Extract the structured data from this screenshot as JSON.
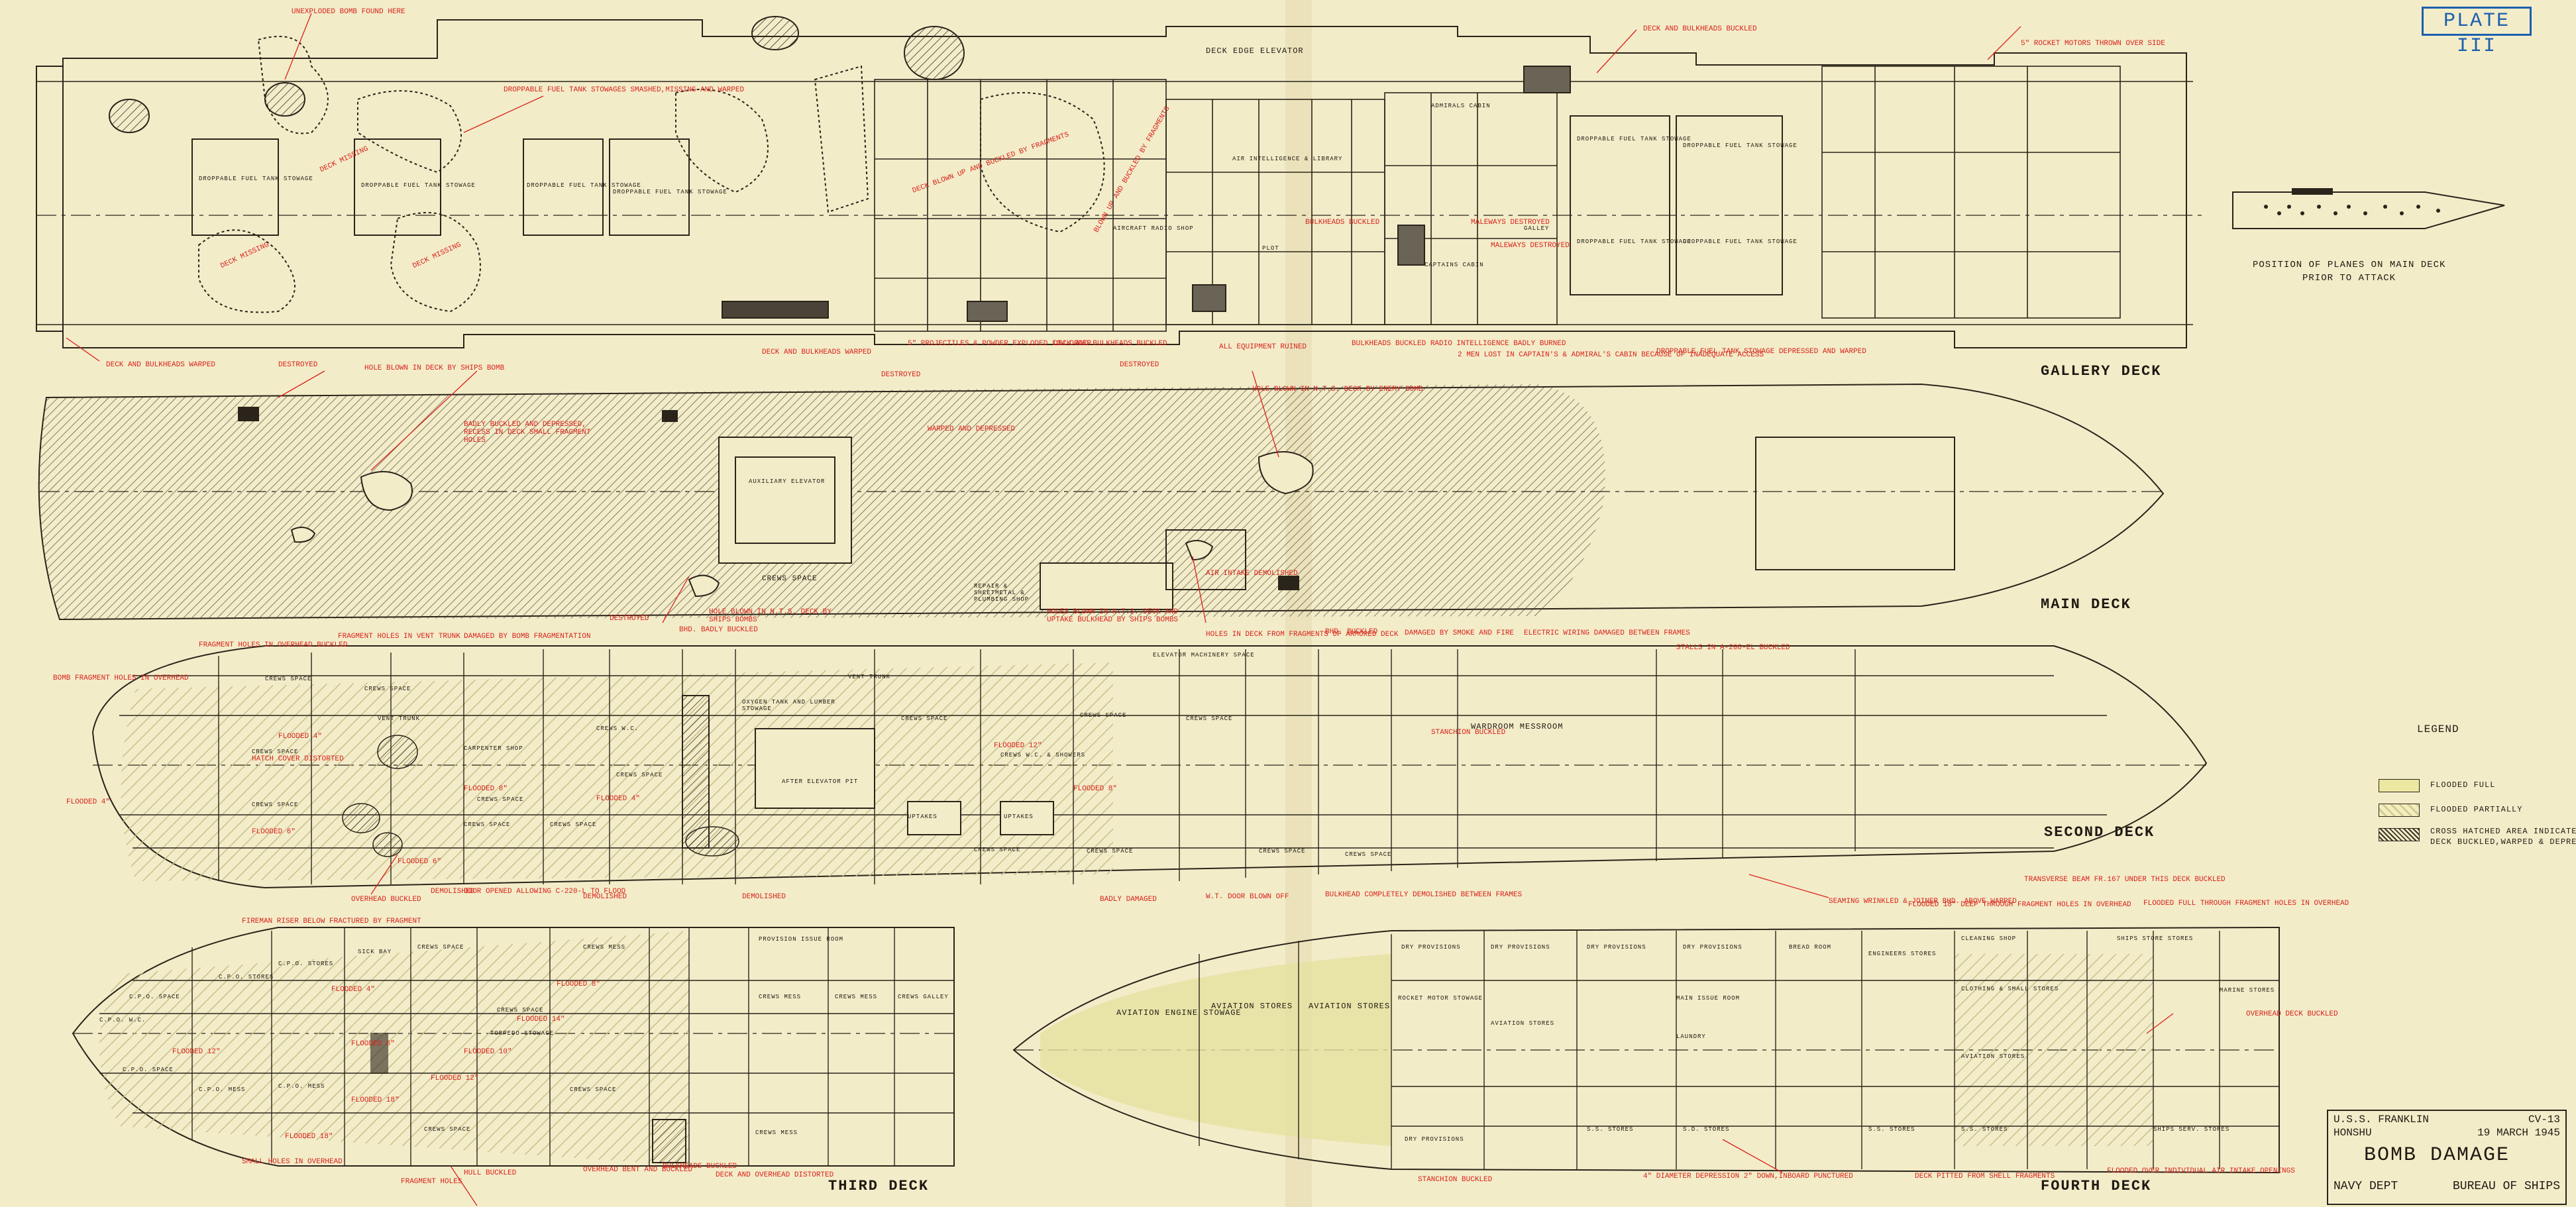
{
  "plate": "PLATE III",
  "decks": {
    "gallery": "GALLERY DECK",
    "main": "MAIN DECK",
    "second": "SECOND DECK",
    "third": "THIRD DECK",
    "fourth": "FOURTH DECK"
  },
  "inset": {
    "caption_line1": "POSITION OF PLANES ON MAIN DECK",
    "caption_line2": "PRIOR TO ATTACK"
  },
  "legend": {
    "title": "LEGEND",
    "items": [
      {
        "label": "FLOODED FULL",
        "color": "#ece8a2"
      },
      {
        "label": "FLOODED PARTIALLY",
        "color": "#f2eec0"
      },
      {
        "label": "CROSS HATCHED AREA INDICATES",
        "label2": "DECK BUCKLED,WARPED & DEPRESSED",
        "color": "#bdb7a0"
      }
    ]
  },
  "title_block": {
    "ship": "U.S.S. FRANKLIN",
    "hull": "CV-13",
    "location": "HONSHU",
    "date": "19 MARCH 1945",
    "title": "BOMB DAMAGE",
    "dept": "NAVY DEPT",
    "bureau": "BUREAU OF SHIPS"
  },
  "gallery_notes": [
    "UNEXPLODED BOMB FOUND HERE",
    "DROPPABLE FUEL TANK STOWAGES SMASHED,MISSING AND WARPED",
    "DECK MISSING",
    "DECK MISSING",
    "DECK MISSING",
    "DECK BLOWN UP AND BUCKLED BY FRAGMENTS",
    "BLOWN UP AND BUCKLED BY FRAGMENTS",
    "DECK AND BULKHEADS BUCKLED",
    "5\" ROCKET MOTORS THROWN OVER SIDE",
    "BULKHEADS BUCKLED",
    "MALEWAYS DESTROYED",
    "MALEWAYS DESTROYED",
    "DECK AND BULKHEADS WARPED",
    "5\" PROJECTILES & POWDER EXPLODED LOW ORDER",
    "DECK AND BULKHEADS BUCKLED",
    "ALL EQUIPMENT RUINED",
    "BULKHEADS BUCKLED RADIO INTELLIGENCE BADLY BURNED",
    "2 MEN LOST IN CAPTAIN'S & ADMIRAL'S CABIN BECAUSE OF INADEQUATE ACCESS",
    "DROPPABLE FUEL TANK STOWAGE DEPRESSED AND WARPED",
    "DECK AND BULKHEADS WARPED"
  ],
  "gallery_rooms": [
    "DROPPABLE FUEL TANK STOWAGE",
    "DROPPABLE FUEL TANK STOWAGE",
    "DROPPABLE FUEL TANK STOWAGE",
    "DROPPABLE FUEL TANK STOWAGE",
    "DECK EDGE ELEVATOR",
    "AIR INTELLIGENCE & LIBRARY",
    "AIRCRAFT RADIO SHOP",
    "PLOT",
    "ADMIRALS CABIN",
    "CAPTAINS CABIN",
    "GALLEY",
    "DROPPABLE FUEL TANK STOWAGE",
    "DROPPABLE FUEL TANK STOWAGE",
    "DROPPABLE FUEL TANK STOWAGE",
    "DROPPABLE FUEL TANK STOWAGE"
  ],
  "main_notes": [
    "DESTROYED",
    "HOLE BLOWN IN DECK BY SHIPS BOMB",
    "DESTROYED",
    "DESTROYED",
    "HOLE BLOWN IN N.T.S. DECK BY ENEMY BOMB",
    "BADLY BUCKLED AND DEPRESSED, RECESS IN DECK SMALL FRAGMENT HOLES",
    "WARPED AND DEPRESSED",
    "DESTROYED",
    "HOLE BLOWN IN N.T.S. DECK BY SHIPS BOMBS",
    "HOLES BLOWN IN N.T.S. DECK AND UPTAKE BULKHEAD BY SHIPS BOMBS",
    "AIR INTAKE DEMOLISHED"
  ],
  "main_rooms": [
    "AUXILIARY ELEVATOR",
    "CREWS SPACE",
    "REPAIR & SHEETMETAL & PLUMBING SHOP"
  ],
  "second_notes": [
    "FRAGMENT HOLES IN OVERHEAD BUCKLED",
    "FRAGMENT HOLES IN VENT TRUNK",
    "DAMAGED BY BOMB FRAGMENTATION",
    "BHD. BADLY BUCKLED",
    "HOLES IN DECK FROM FRAGMENTS OF ARMORED DECK",
    "BHD. BUCKLED",
    "DAMAGED BY SMOKE AND FIRE",
    "ELECTRIC WIRING DAMAGED BETWEEN FRAMES",
    "STALLS IN A-208-EL BUCKLED",
    "BOMB FRAGMENT HOLES IN OVERHEAD",
    "HATCH COVER DISTORTED",
    "FLOODED 4\"",
    "FLOODED 6\"",
    "FLOODED 8\"",
    "FLOODED 4\"",
    "FLOODED 12\"",
    "FLOODED 8\"",
    "FLOODED 6\"",
    "FLOODED 4\"",
    "DOOR OPENED ALLOWING C-220-L TO FLOOD",
    "OVERHEAD BUCKLED",
    "DEMOLISHED",
    "DEMOLISHED",
    "DEMOLISHED",
    "BADLY DAMAGED",
    "W.T. DOOR BLOWN OFF",
    "BULKHEAD COMPLETELY DEMOLISHED BETWEEN FRAMES",
    "STANCHION BUCKLED"
  ],
  "second_rooms": [
    "CREWS SPACE",
    "CREWS SPACE",
    "CREWS SPACE",
    "CREWS SPACE",
    "VENT TRUNK",
    "VENT TRUNK",
    "OXYGEN TANK AND LUMBER STOWAGE",
    "ELEVATOR MACHINERY SPACE",
    "CREWS SPACE",
    "CREWS SPACE",
    "CREWS SPACE",
    "CREWS SPACE",
    "CREWS W.C. & SHOWERS",
    "AFTER ELEVATOR PIT",
    "UPTAKES",
    "UPTAKES",
    "CREWS SPACE",
    "CREWS SPACE",
    "WARDROOM MESSROOM",
    "CREWS W.C.",
    "CARPENTER SHOP",
    "CREWS SPACE",
    "CREWS SPACE",
    "CREWS SPACE",
    "CREWS SPACE",
    "CREWS SPACE"
  ],
  "third_notes": [
    "FIREMAN RISER BELOW FRACTURED BY FRAGMENT",
    "FLOODED 4\"",
    "FLOODED 6\"",
    "FLOODED 12\"",
    "FLOODED 10\"",
    "FLOODED 8\"",
    "FLOODED 14\"",
    "FLOODED 12\"",
    "FLOODED 18\"",
    "FLOODED 18\"",
    "SMALL HOLES IN OVERHEAD",
    "FRAGMENT HOLES",
    "HULL BUCKLED",
    "OVERHEAD BENT AND BUCKLED",
    "BULKHEADS BUCKLED",
    "DECK AND OVERHEAD DISTORTED"
  ],
  "third_rooms": [
    "C.P.O. W.C.",
    "C.P.O. SPACE",
    "C.P.O. STORES",
    "C.P.O. STORES",
    "C.P.O. MESS",
    "C.P.O. SPACE",
    "C.P.O. MESS",
    "SICK BAY",
    "CREWS SPACE",
    "CREWS SPACE",
    "CREWS SPACE",
    "CREWS SPACE",
    "PROVISION ISSUE ROOM",
    "CREWS MESS",
    "CREWS MESS",
    "CREWS MESS",
    "CREWS MESS",
    "CREWS GALLEY",
    "TORPEDO STOWAGE"
  ],
  "fourth_notes": [
    "FLOODED 18\" DEEP THROUGH FRAGMENT HOLES IN OVERHEAD",
    "TRANSVERSE BEAM FR.167 UNDER THIS DECK BUCKLED",
    "FLOODED FULL THROUGH FRAGMENT HOLES IN OVERHEAD",
    "OVERHEAD DECK BUCKLED",
    "SEAMING WRINKLED & JOINER BHD. ABOVE WARPED",
    "STANCHION BUCKLED",
    "4\" DIAMETER DEPRESSION 2\" DOWN,INBOARD PUNCTURED",
    "DECK PITTED FROM SHELL FRAGMENTS",
    "FLOODED OVER INDIVIDUAL AIR INTAKE OPENINGS"
  ],
  "fourth_rooms": [
    "AVIATION ENGINE STOWAGE",
    "AVIATION STORES",
    "AVIATION STORES",
    "DRY PROVISIONS",
    "DRY PROVISIONS",
    "DRY PROVISIONS",
    "DRY PROVISIONS",
    "DRY PROVISIONS",
    "BREAD ROOM",
    "ENGINEERS STORES",
    "CLEANING SHOP",
    "CLOTHING & SMALL STORES",
    "SHIPS STORE STORES",
    "ROCKET MOTOR STOWAGE",
    "AVIATION STORES",
    "MAIN ISSUE ROOM",
    "LAUNDRY",
    "AVIATION STORES",
    "S.S. STORES",
    "S.D. STORES",
    "S.S. STORES",
    "S.S. STORES",
    "MARINE STORES",
    "SHIPS SERV. STORES"
  ]
}
